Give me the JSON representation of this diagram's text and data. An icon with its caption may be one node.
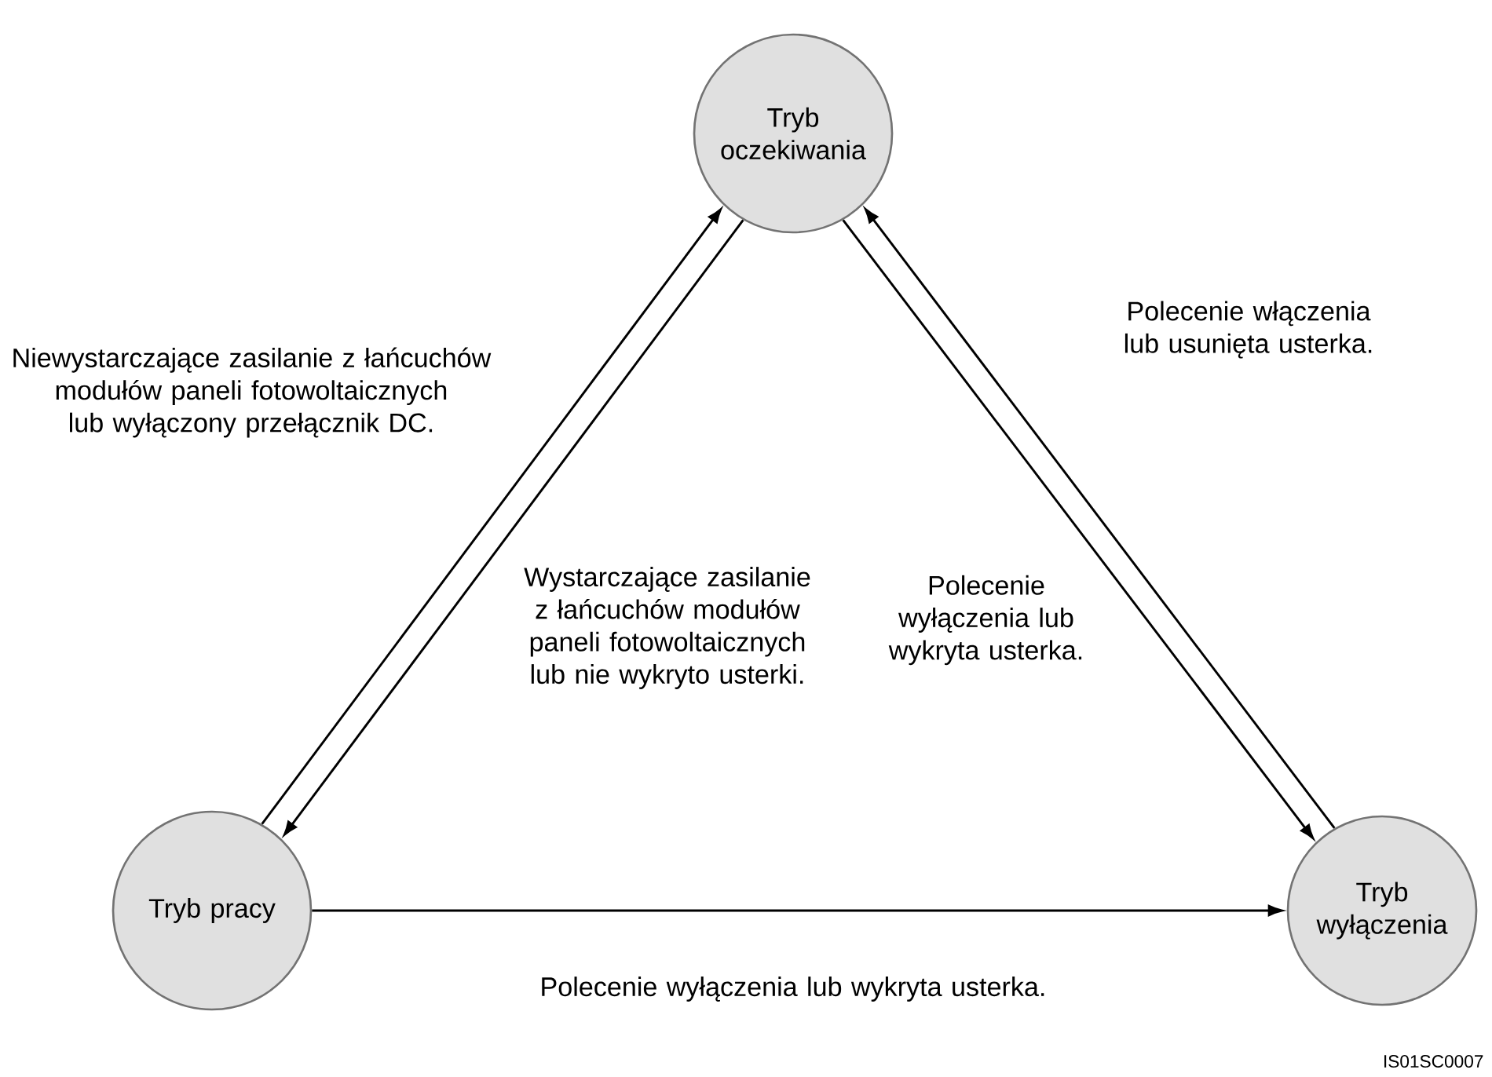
{
  "diagram": {
    "nodes": [
      {
        "text": [
          "Tryb oczekiwania"
        ]
      },
      {
        "text": [
          "Tryb pracy"
        ]
      },
      {
        "text": [
          "Tryb wyłączenia"
        ]
      }
    ],
    "edges": [
      {
        "from": 1,
        "to": 0,
        "arrow": "to",
        "label": "Niewystarczające zasilanie z łańcuchów modułów paneli fotowoltaicznych lub wyłączony przełącznik DC."
      },
      {
        "from": 0,
        "to": 1,
        "arrow": "to",
        "label": "Wystarczające zasilanie z łańcuchów modułów paneli fotowoltaicznych lub nie wykryto usterki."
      },
      {
        "from": 0,
        "to": 2,
        "arrow": "to",
        "label": "Polecenie wyłączenia lub wykryta usterka."
      },
      {
        "from": 2,
        "to": 0,
        "arrow": "to",
        "label": "Polecenie włączenia lub usunięta usterka."
      },
      {
        "from": 1,
        "to": 2,
        "arrow": "to",
        "label": "Polecenie wyłączenia lub wykryta usterka."
      }
    ],
    "labels": [
      "IS01SC0007"
    ]
  }
}
